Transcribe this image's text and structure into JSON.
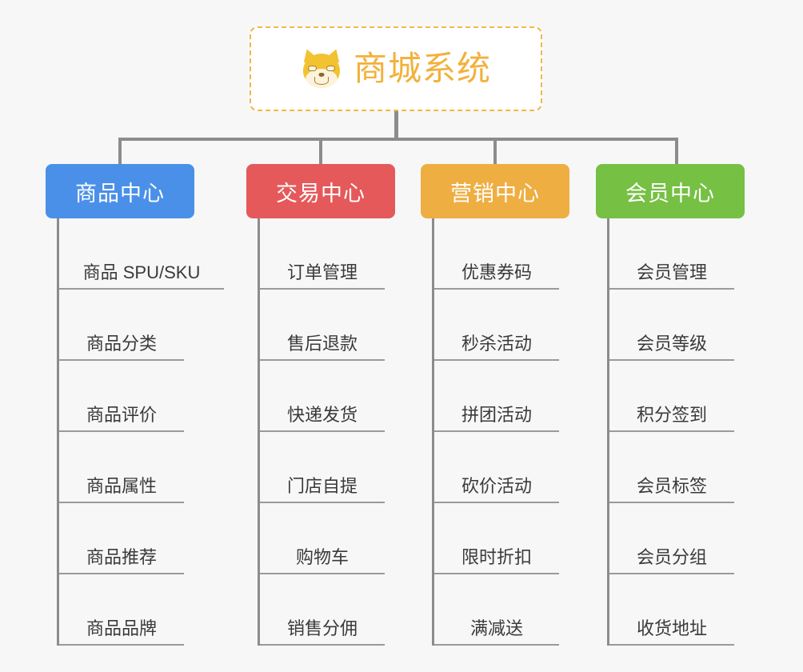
{
  "root": {
    "title": "商城系统",
    "icon": "shiba-inu-dog-icon",
    "border_color": "#f0b849",
    "text_color": "#f2b13c",
    "background": "#ffffff"
  },
  "canvas": {
    "background": "#f7f7f7",
    "connector_color": "#8c8c8c"
  },
  "categories": [
    {
      "label": "商品中心",
      "color": "#4a90e8",
      "items": [
        "商品 SPU/SKU",
        "商品分类",
        "商品评价",
        "商品属性",
        "商品推荐",
        "商品品牌"
      ]
    },
    {
      "label": "交易中心",
      "color": "#e5595b",
      "items": [
        "订单管理",
        "售后退款",
        "快递发货",
        "门店自提",
        "购物车",
        "销售分佣"
      ]
    },
    {
      "label": "营销中心",
      "color": "#eeae42",
      "items": [
        "优惠券码",
        "秒杀活动",
        "拼团活动",
        "砍价活动",
        "限时折扣",
        "满减送"
      ]
    },
    {
      "label": "会员中心",
      "color": "#76c044",
      "items": [
        "会员管理",
        "会员等级",
        "积分签到",
        "会员标签",
        "会员分组",
        "收货地址"
      ]
    }
  ]
}
